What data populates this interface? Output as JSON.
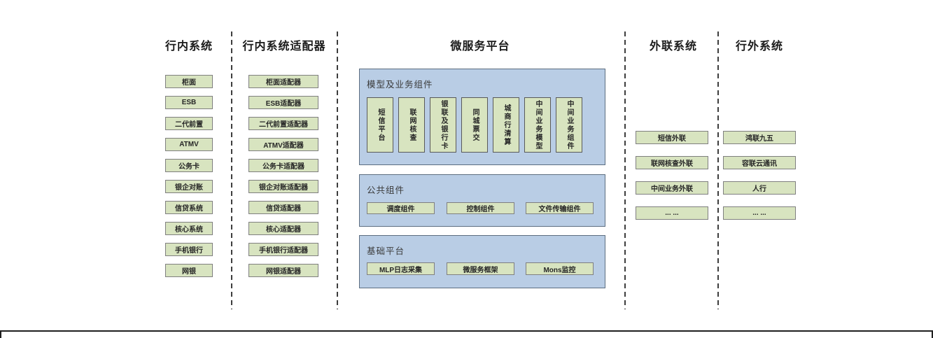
{
  "colors": {
    "green_box": "#d8e4c0",
    "green_border": "#7f7f7f",
    "blue_panel": "#b9cde5",
    "divider": "#3d3d3d",
    "text": "#262626"
  },
  "columns": {
    "internal": {
      "title": "行内系统",
      "items": [
        "柜面",
        "ESB",
        "二代前置",
        "ATMV",
        "公务卡",
        "银企对账",
        "信贷系统",
        "核心系统",
        "手机银行",
        "网银"
      ]
    },
    "internal_adapters": {
      "title": "行内系统适配器",
      "items": [
        "柜面适配器",
        "ESB适配器",
        "二代前置适配器",
        "ATMV适配器",
        "公务卡适配器",
        "银企对账适配器",
        "信贷适配器",
        "核心适配器",
        "手机银行适配器",
        "网银适配器"
      ]
    },
    "external_link": {
      "title": "外联系统",
      "items": [
        "短信外联",
        "联网核查外联",
        "中间业务外联",
        "... ..."
      ]
    },
    "outside": {
      "title": "行外系统",
      "items": [
        "鸿联九五",
        "容联云通讯",
        "人行",
        "... ..."
      ]
    }
  },
  "platform": {
    "title": "微服务平台",
    "model_section": {
      "title": "模型及业务组件",
      "items": [
        "短信平台",
        "联网核查",
        "银联及银行卡",
        "同城票交",
        "城商行清算",
        "中间业务模型",
        "中间业务组件"
      ]
    },
    "common_section": {
      "title": "公共组件",
      "items": [
        "调度组件",
        "控制组件",
        "文件传输组件"
      ]
    },
    "base_section": {
      "title": "基础平台",
      "items": [
        "MLP日志采集",
        "微服务框架",
        "Mons监控"
      ]
    }
  }
}
